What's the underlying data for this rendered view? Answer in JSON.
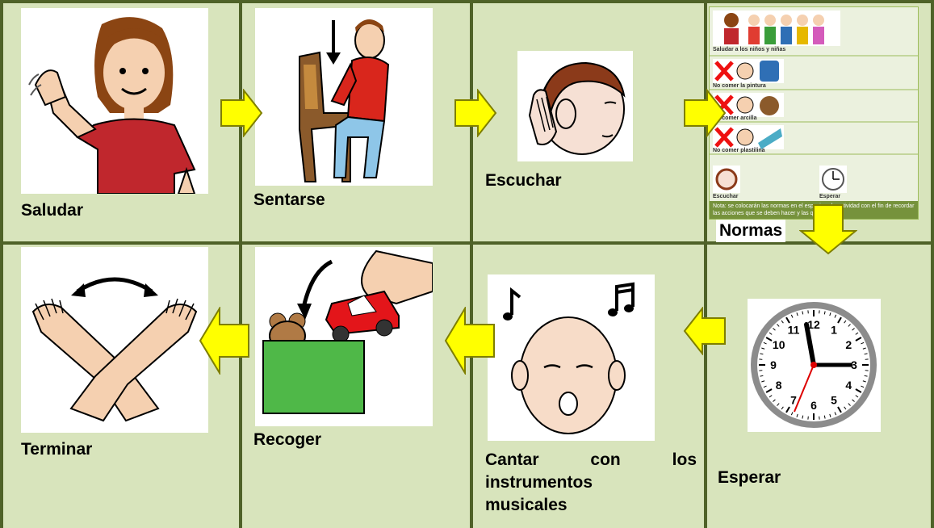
{
  "cards": [
    {
      "id": "saludar",
      "label": "Saludar"
    },
    {
      "id": "sentarse",
      "label": "Sentarse"
    },
    {
      "id": "escuchar",
      "label": "Escuchar"
    },
    {
      "id": "normas",
      "label": "Normas"
    },
    {
      "id": "terminar",
      "label": "Terminar"
    },
    {
      "id": "recoger",
      "label": "Recoger"
    },
    {
      "id": "cantar",
      "label_line1_a": "Cantar",
      "label_line1_b": "con",
      "label_line1_c": "los",
      "label_line2": "instrumentos",
      "label_line3": "musicales"
    },
    {
      "id": "esperar",
      "label": "Esperar"
    }
  ],
  "normas_sheet": {
    "rows": [
      "Saludar a los niños y niñas",
      "No comer la pintura",
      "No comer arcilla",
      "No comer plastilina"
    ],
    "escuchar": "Escuchar",
    "esperar": "Esperar",
    "note": "Nota: se colocarán las normas en el espacio… la actividad con el fin de recordar las acciones que se deben hacer y las que…"
  },
  "clock_numbers": [
    "12",
    "1",
    "2",
    "3",
    "4",
    "5",
    "6",
    "7",
    "8",
    "9",
    "10",
    "11"
  ],
  "colors": {
    "background": "#d8e4bc",
    "grid": "#4f6228",
    "arrow_fill": "#ffff00",
    "arrow_stroke": "#7f7f00"
  }
}
